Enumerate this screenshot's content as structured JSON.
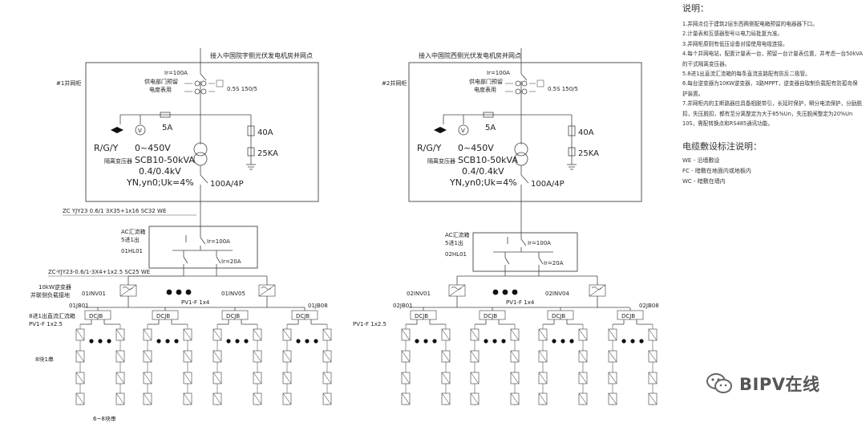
{
  "system1": {
    "box_label": "#1并网柜",
    "grid_connection": "接入中国院字侧光伏发电机房并网点",
    "breaker_rating": "Ir=100A",
    "meter_label_1": "供电部门预留",
    "meter_label_2": "电度表用",
    "ct_spec": "0.5S 150/5",
    "fuse_rating": "5A",
    "indicator": "R/G/Y",
    "voltmeter": "0~450V",
    "transformer_type": "隔离变压器",
    "transformer_model": "SCB10-50kVA",
    "transformer_voltage": "0.4/0.4kV",
    "transformer_conn": "YN,yn0;Uk=4%",
    "arrester_fuse": "40A",
    "arrester": "25KA",
    "output_switch": "100A/4P",
    "cable_1": "ZC YJY23 0.6/1 3X35+1x16 SC32 WE",
    "combiner_name": "AC汇流箱",
    "combiner_spec": "5进1出",
    "combiner_id": "01HL01",
    "combiner_breaker": "Ir=100A",
    "branch_breaker": "Ir=20A",
    "cable_2": "ZC-YJY23-0.6/1-3X4+1x2.5 SC25 WE",
    "inverter_label": "10kW逆变器",
    "inverter_label_2": "并联侧负载接地",
    "inverter_first": "01INV01",
    "inverter_last": "01INV05",
    "pv_cable": "PV1-F 1x4",
    "dcjb_first": "01JB01",
    "dcjb_last": "01JB08",
    "dcjb_label": "8进1出直流汇流箱",
    "pv_cable_2": "PV1-F 1x2.5",
    "dcjb": "DCJB",
    "string_label": "8块1串",
    "string_bottom": "6~8块串"
  },
  "system2": {
    "box_label": "#2并网柜",
    "grid_connection": "接入中国院西侧光伏发电机房并网点",
    "breaker_rating": "Ir=100A",
    "meter_label_1": "供电部门预留",
    "meter_label_2": "电度表用",
    "ct_spec": "0.5S 150/5",
    "fuse_rating": "5A",
    "indicator": "R/G/Y",
    "voltmeter": "0~450V",
    "transformer_type": "隔离变压器",
    "transformer_model": "SCB10-50kVA",
    "transformer_voltage": "0.4/0.4kV",
    "transformer_conn": "YN,yn0;Uk=4%",
    "arrester_fuse": "40A",
    "arrester": "25KA",
    "output_switch": "100A/4P",
    "combiner_name": "AC汇流箱",
    "combiner_spec": "5进1出",
    "combiner_id": "02HL01",
    "combiner_breaker": "Ir=100A",
    "branch_breaker": "Ir=20A",
    "inverter_first": "02INV01",
    "inverter_last": "02INV04",
    "pv_cable": "PV1-F 1x4",
    "dcjb_first": "02JB01",
    "dcjb_last": "02JB08",
    "pv_cable_2": "PV1-F 1x2.5",
    "dcjb": "DCJB"
  },
  "notes": {
    "title": "说明：",
    "items": [
      "1.并网点位于建筑2层东西两侧配电箱预留的电器器下口。",
      "2.计量表和互感器型号以电力局批复为准。",
      "3.并网柜原则有低压设备对接使用电缆连接。",
      "4.每个并网电站，配置计量表一台，预留一台计量表位置，并考虑一台50kVA的干式隔离变压器。",
      "5.8进1出直流汇流箱的每条直流支路配有防反二极管。",
      "6.每台逆变器为10KW逆变器，3路MPPT，逆变器自取制负载配有防孤岛保护装置。",
      "7.并网柜内的主断路器应具备相脱带引，长延时保护，瞬分电流保护，分励脱扣，失压脱扣，都有至分离整定为大于85%Un，失压脱闸整定为20%Un 10S，需配转换点和RS485通讯功能。"
    ],
    "cable_title": "电缆敷设标注说明：",
    "cable_items": [
      "WE - 沿墙敷设",
      "FC - 暗敷在地面内或地板内",
      "WC - 暗敷在墙内"
    ]
  },
  "brand": {
    "text": "BIPV在线",
    "icon": "wechat-icon"
  },
  "colors": {
    "line": "#444444",
    "text": "#222222"
  }
}
